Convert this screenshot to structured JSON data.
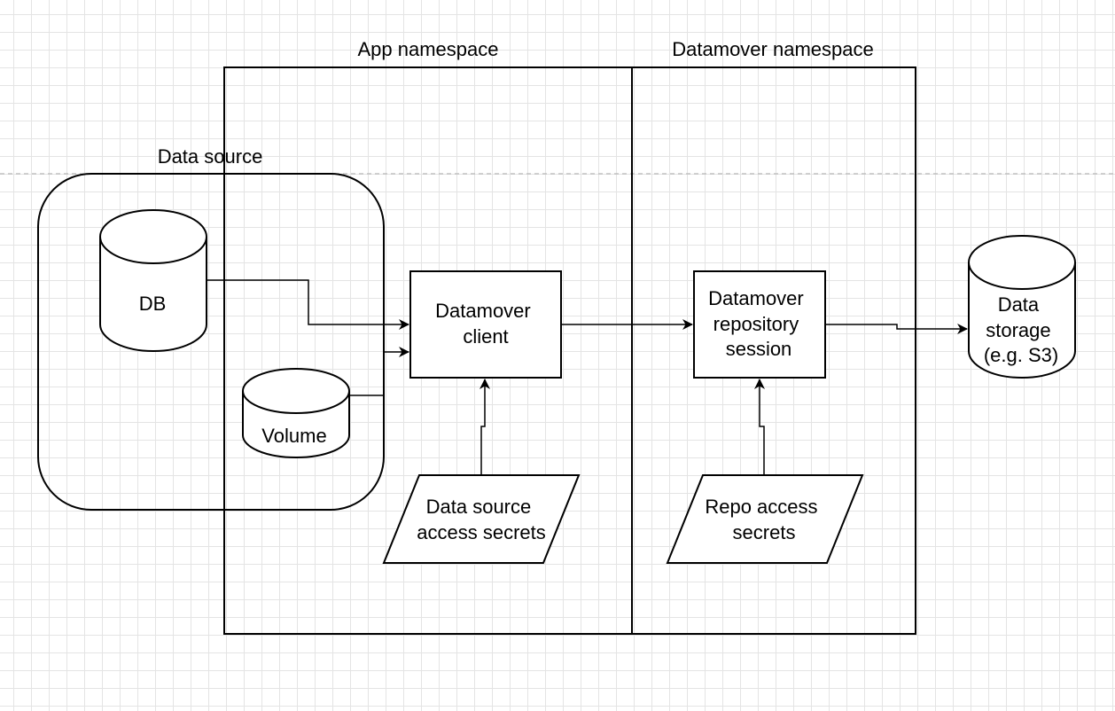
{
  "containers": {
    "app_namespace": "App namespace",
    "datamover_namespace": "Datamover namespace",
    "data_source": "Data source"
  },
  "nodes": {
    "db": "DB",
    "volume": "Volume",
    "datamover_client": [
      "Datamover",
      "client"
    ],
    "datamover_repository_session": [
      "Datamover",
      "repository",
      "session"
    ],
    "data_storage": [
      "Data",
      "storage",
      "(e.g. S3)"
    ],
    "data_source_secrets": [
      "Data source",
      "access secrets"
    ],
    "repo_access_secrets": [
      "Repo access",
      "secrets"
    ]
  },
  "edges": [
    {
      "from": "db",
      "to": "datamover_client"
    },
    {
      "from": "volume",
      "to": "datamover_client"
    },
    {
      "from": "data_source_secrets",
      "to": "datamover_client"
    },
    {
      "from": "datamover_client",
      "to": "datamover_repository_session"
    },
    {
      "from": "repo_access_secrets",
      "to": "datamover_repository_session"
    },
    {
      "from": "datamover_repository_session",
      "to": "data_storage"
    }
  ]
}
